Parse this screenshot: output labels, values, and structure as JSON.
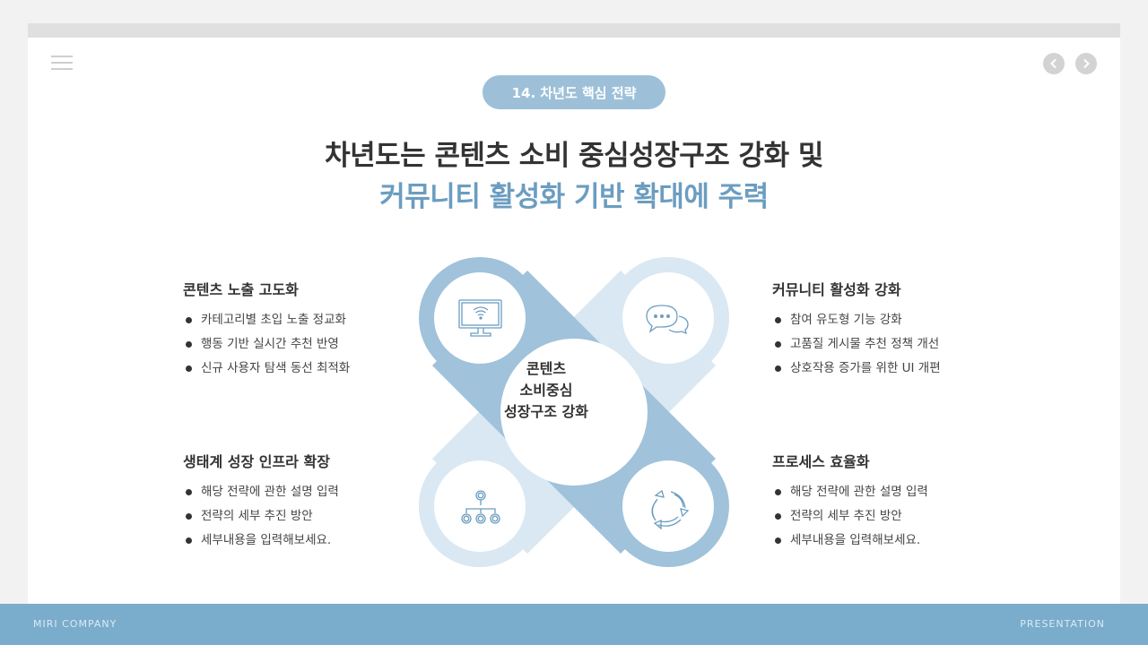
{
  "header": {
    "badge": "14. 차년도 핵심 전략",
    "title_line1": "차년도는 콘텐츠 소비 중심성장구조 강화 및",
    "title_line2": "커뮤니티 활성화 기반 확대에 주력"
  },
  "controls": {
    "menu_icon": "hamburger-icon",
    "prev_icon": "chevron-left-icon",
    "next_icon": "chevron-right-icon"
  },
  "diagram": {
    "center_line1": "콘텐츠",
    "center_line2": "소비중심",
    "center_line3": "성장구조 강화",
    "nodes": [
      {
        "position": "top-left",
        "icon": "monitor-wifi-icon"
      },
      {
        "position": "top-right",
        "icon": "chat-bubbles-icon"
      },
      {
        "position": "bottom-left",
        "icon": "org-chart-icon"
      },
      {
        "position": "bottom-right",
        "icon": "cycle-arrows-icon"
      }
    ],
    "colors": {
      "dark": "#a0c2db",
      "light": "#d9e8f2",
      "icon": "#6b9dc0"
    }
  },
  "blocks": [
    {
      "title": "콘텐츠 노출 고도화",
      "items": [
        "카테고리별 초입 노출 정교화",
        "행동 기반 실시간 추천 반영",
        "신규 사용자 탐색 동선 최적화"
      ]
    },
    {
      "title": "커뮤니티 활성화 강화",
      "items": [
        "참여 유도형 기능 강화",
        "고품질 게시물 추천 정책 개선",
        "상호작용 증가를 위한 UI 개편"
      ]
    },
    {
      "title": "생태계 성장 인프라 확장",
      "items": [
        "해당 전략에 관한 설명 입력",
        "전략의 세부 추진 방안",
        "세부내용을 입력해보세요."
      ]
    },
    {
      "title": "프로세스 효율화",
      "items": [
        "해당 전략에 관한 설명 입력",
        "전략의 세부 추진 방안",
        "세부내용을 입력해보세요."
      ]
    }
  ],
  "footer": {
    "left": "MIRI COMPANY",
    "right": "PRESENTATION",
    "color": "#7aaccb"
  }
}
